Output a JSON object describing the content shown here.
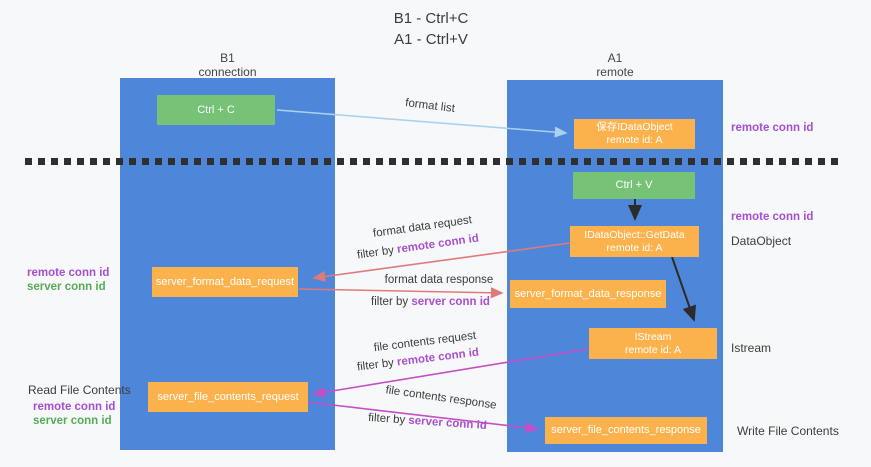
{
  "title": {
    "line1": "B1 - Ctrl+C",
    "line2": "A1 - Ctrl+V"
  },
  "columns": {
    "left": {
      "name": "B1",
      "role": "connection"
    },
    "right": {
      "name": "A1",
      "role": "remote"
    }
  },
  "boxes": {
    "ctrl_c": "Ctrl + C",
    "ctrl_v": "Ctrl + V",
    "save_idataobject": {
      "line1": "保存IDataObject",
      "line2": "remote id: A"
    },
    "getdata": {
      "line1": "IDataObject::GetData",
      "line2": "remote id: A"
    },
    "istream": {
      "line1": "IStream",
      "line2": "remote id: A"
    },
    "format_request": "server_format_data_request",
    "format_response": "server_format_data_response",
    "file_request": "server_file_contents_request",
    "file_response": "server_file_contents_response"
  },
  "annotations": {
    "format_list": "format list",
    "format_data_request": "format data request",
    "format_data_response": "format data response",
    "file_contents_request": "file contents request",
    "file_contents_response": "file contents response",
    "filter_by": "filter by ",
    "remote_conn_id": "remote conn id",
    "server_conn_id": "server conn id"
  },
  "side_labels": {
    "right_remote_conn_id_top": "remote conn id",
    "right_remote_conn_id_mid": "remote conn id",
    "dataobject": "DataObject",
    "istream": "Istream",
    "write_file_contents": "Write File Contents",
    "left_remote_conn_id_1": "remote conn id",
    "left_server_conn_id_1": "server conn id",
    "read_file_contents": "Read File Contents",
    "left_remote_conn_id_2": "remote conn id",
    "left_server_conn_id_2": "server conn id"
  },
  "colors": {
    "lifeline_blue": "#4e86d9",
    "box_green": "#76c276",
    "box_orange": "#fcb24c",
    "text_purple": "#a74fd0",
    "text_green": "#57ab57",
    "arrow_salmon": "#e07a7a",
    "arrow_magenta": "#c44fc6",
    "arrow_lightblue": "#a9d2ef",
    "arrow_black": "#2b2b2b",
    "background": "#f7f8f9"
  }
}
